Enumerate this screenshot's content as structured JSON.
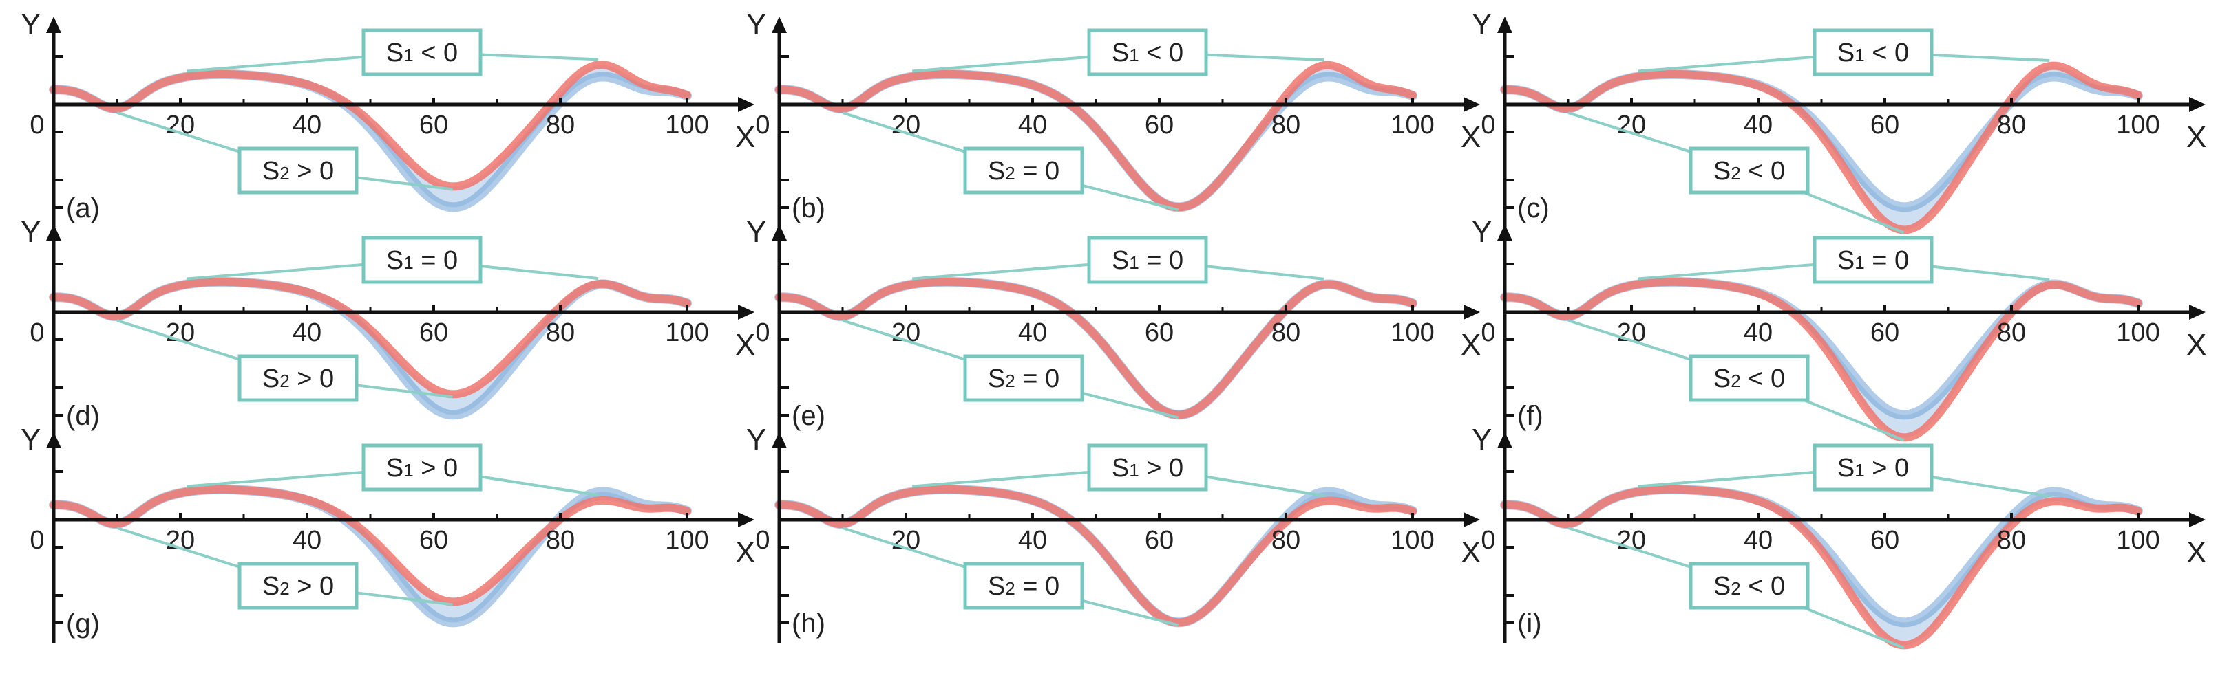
{
  "figure": {
    "axis_labels": {
      "x": "X",
      "y": "Y"
    },
    "x_ticks": [
      "0",
      "20",
      "40",
      "60",
      "80",
      "100"
    ],
    "colors": {
      "reference": "#6fa3d6",
      "compared": "#f0766f",
      "label_border": "#76c7bd",
      "connector": "#8ccfc6",
      "axis": "#111111"
    },
    "panels": [
      {
        "tag": "(a)",
        "s1": {
          "letter": "S",
          "sub": "1",
          "rel": " < 0"
        },
        "s2": {
          "letter": "S",
          "sub": "2",
          "rel": " > 0"
        },
        "peak_scale": 1.38,
        "trough_scale": 0.8
      },
      {
        "tag": "(b)",
        "s1": {
          "letter": "S",
          "sub": "1",
          "rel": " < 0"
        },
        "s2": {
          "letter": "S",
          "sub": "2",
          "rel": " = 0"
        },
        "peak_scale": 1.38,
        "trough_scale": 1.0
      },
      {
        "tag": "(c)",
        "s1": {
          "letter": "S",
          "sub": "1",
          "rel": " < 0"
        },
        "s2": {
          "letter": "S",
          "sub": "2",
          "rel": " < 0"
        },
        "peak_scale": 1.38,
        "trough_scale": 1.22
      },
      {
        "tag": "(d)",
        "s1": {
          "letter": "S",
          "sub": "1",
          "rel": " = 0"
        },
        "s2": {
          "letter": "S",
          "sub": "2",
          "rel": " > 0"
        },
        "peak_scale": 1.0,
        "trough_scale": 0.8
      },
      {
        "tag": "(e)",
        "s1": {
          "letter": "S",
          "sub": "1",
          "rel": " = 0"
        },
        "s2": {
          "letter": "S",
          "sub": "2",
          "rel": " = 0"
        },
        "peak_scale": 1.0,
        "trough_scale": 1.0
      },
      {
        "tag": "(f)",
        "s1": {
          "letter": "S",
          "sub": "1",
          "rel": " = 0"
        },
        "s2": {
          "letter": "S",
          "sub": "2",
          "rel": " < 0"
        },
        "peak_scale": 1.0,
        "trough_scale": 1.22
      },
      {
        "tag": "(g)",
        "s1": {
          "letter": "S",
          "sub": "1",
          "rel": " > 0"
        },
        "s2": {
          "letter": "S",
          "sub": "2",
          "rel": " > 0"
        },
        "peak_scale": 0.7,
        "trough_scale": 0.8
      },
      {
        "tag": "(h)",
        "s1": {
          "letter": "S",
          "sub": "1",
          "rel": " > 0"
        },
        "s2": {
          "letter": "S",
          "sub": "2",
          "rel": " = 0"
        },
        "peak_scale": 0.7,
        "trough_scale": 1.0
      },
      {
        "tag": "(i)",
        "s1": {
          "letter": "S",
          "sub": "1",
          "rel": " > 0"
        },
        "s2": {
          "letter": "S",
          "sub": "2",
          "rel": " < 0"
        },
        "peak_scale": 0.7,
        "trough_scale": 1.22
      }
    ]
  }
}
